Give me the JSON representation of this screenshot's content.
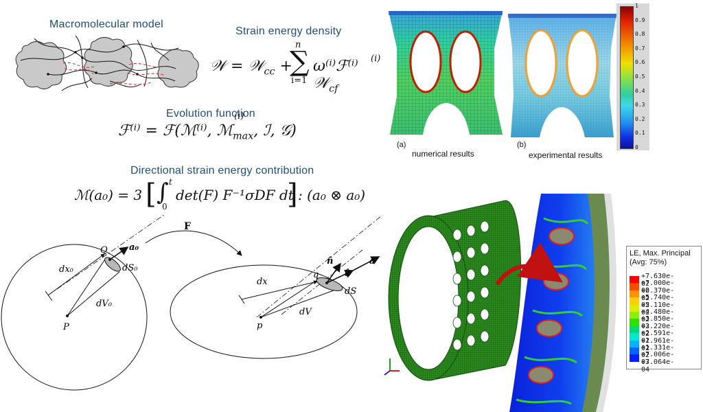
{
  "headings": {
    "macromolecular": "Macromolecular model",
    "strain_energy": "Strain energy density",
    "evolution": "Evolution function",
    "directional": "Directional strain energy contribution"
  },
  "equations": {
    "W_lhs": "𝒲 = 𝒲",
    "W_cc": "cc",
    "W_plus": " + ",
    "sum_top": "n",
    "sum_bottom": "i=1",
    "W_term": "ω⁽ⁱ⁾ℱ⁽ⁱ⁾𝒲",
    "W_cf": "cf",
    "W_cf_sup": "(i)",
    "F_eq": "ℱ⁽ⁱ⁾ = ℱ(ℳ⁽ⁱ⁾, ℳ",
    "F_max_sub": "max",
    "F_max_sup": "(i)",
    "F_rest": ", ℐ, 𝒢)",
    "M_lhs": "ℳ(a₀) = 3",
    "M_int": "∫",
    "M_int_top": "t",
    "M_int_bottom": "0",
    "M_body": "det(F) F⁻¹σDF dt",
    "M_rhs": ": (a₀ ⊗ a₀)"
  },
  "captions": {
    "a_tag": "(a)",
    "a_text": "numerical results",
    "b_tag": "(b)",
    "b_text": "experimental results"
  },
  "colorbar": {
    "ticks": [
      "1",
      "0.9",
      "0.8",
      "0.7",
      "0.6",
      "0.5",
      "0.4",
      "0.3",
      "0.2",
      "0.1",
      "0"
    ]
  },
  "diagram": {
    "F_label": "F",
    "Q": "Q",
    "a0": "a₀",
    "dS0": "dS₀",
    "dx0": "dx₀",
    "dV0": "dV₀",
    "P": "P",
    "dx": "dx",
    "q": "q",
    "n_hat": "n̂",
    "a_hat": "â",
    "a": "a",
    "dS": "dS",
    "dV": "dV",
    "p": "p"
  },
  "legend": {
    "title": "LE, Max. Principal",
    "subtitle": "(Avg: 75%)",
    "values": [
      "+7.630e-02",
      "+7.000e-02",
      "+6.370e-02",
      "+5.740e-02",
      "+5.110e-02",
      "+4.480e-02",
      "+3.850e-02",
      "+3.220e-02",
      "+2.591e-02",
      "+1.961e-02",
      "+1.331e-02",
      "+7.006e-03",
      "+7.064e-04"
    ],
    "colors": [
      "#ff0000",
      "#ff4a00",
      "#ff9400",
      "#ffd000",
      "#d8f000",
      "#8ef000",
      "#2fe000",
      "#00d87a",
      "#00e8d0",
      "#00b4ff",
      "#0064ff",
      "#0020ff"
    ]
  }
}
